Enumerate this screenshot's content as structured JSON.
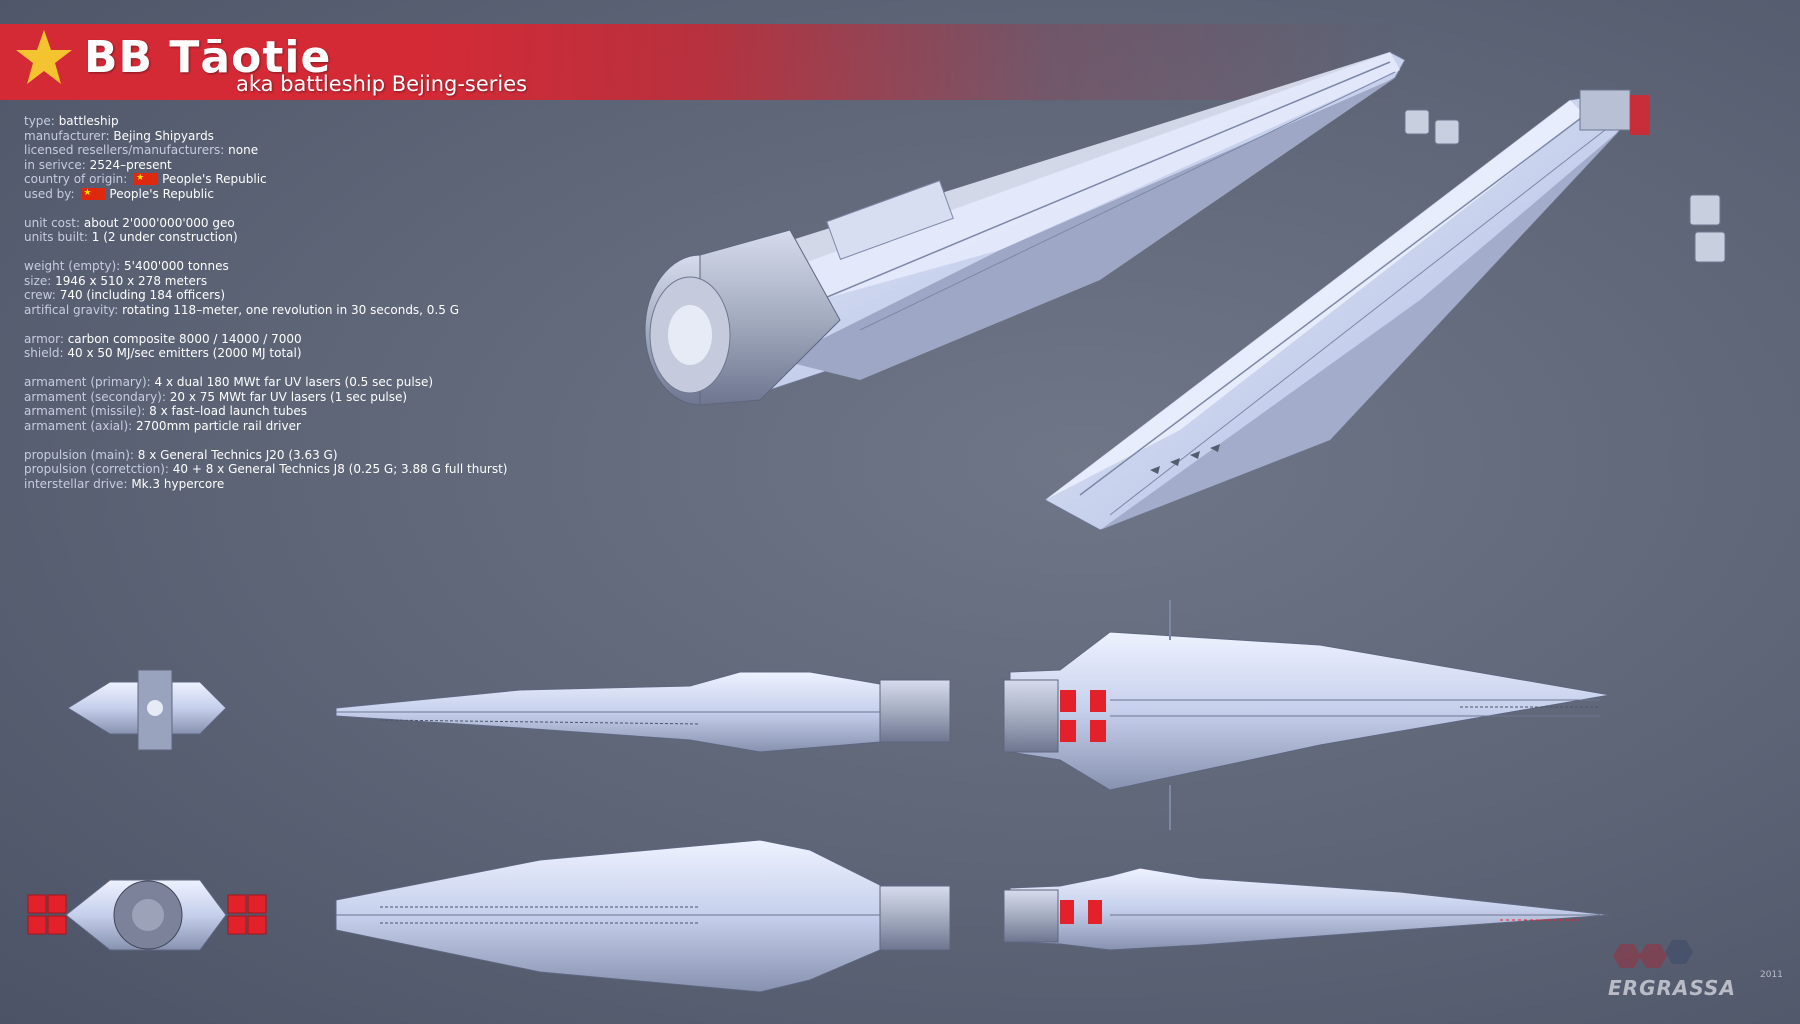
{
  "header": {
    "title": "BB Tāotie",
    "subtitle": "aka battleship Bejing-series"
  },
  "specs": [
    {
      "key": "type:",
      "value": "battleship"
    },
    {
      "key": "manufacturer:",
      "value": "Bejing Shipyards"
    },
    {
      "key": "licensed resellers/manufacturers:",
      "value": "none"
    },
    {
      "key": "in serivce:",
      "value": "2524–present"
    },
    {
      "key": "country of origin:",
      "value": "People's Republic",
      "flag": true
    },
    {
      "key": "used by:",
      "value": "People's Republic",
      "flag": true
    },
    {
      "gap": true
    },
    {
      "key": "unit cost:",
      "value": "about 2'000'000'000 geo"
    },
    {
      "key": "units built:",
      "value": "1 (2 under construction)"
    },
    {
      "gap": true
    },
    {
      "key": "weight (empty):",
      "value": "5'400'000 tonnes"
    },
    {
      "key": "size:",
      "value": "1946 x 510 x 278 meters"
    },
    {
      "key": "crew:",
      "value": "740 (including 184 officers)"
    },
    {
      "key": "artifical gravity:",
      "value": "rotating 118–meter, one revolution in 30 seconds, 0.5 G"
    },
    {
      "gap": true
    },
    {
      "key": "armor:",
      "value": "carbon composite 8000 / 14000 / 7000"
    },
    {
      "key": "shield:",
      "value": "40 x 50 MJ/sec emitters (2000 MJ total)"
    },
    {
      "gap": true
    },
    {
      "key": "armament (primary):",
      "value": "4 x dual 180 MWt far UV lasers (0.5 sec pulse)"
    },
    {
      "key": "armament (secondary):",
      "value": "20 x 75 MWt far UV lasers (1 sec pulse)"
    },
    {
      "key": "armament (missile):",
      "value": "8 x fast–load launch tubes"
    },
    {
      "key": "armament (axial):",
      "value": "2700mm particle rail driver"
    },
    {
      "gap": true
    },
    {
      "key": "propulsion (main):",
      "value": "8 x General Technics J20 (3.63 G)"
    },
    {
      "key": "propulsion (corretction):",
      "value": "40 + 8 x General Technics J8 (0.25 G; 3.88 G full thurst)"
    },
    {
      "key": "interstellar drive:",
      "value": "Mk.3 hypercore"
    }
  ],
  "logo": {
    "text": "ERGRASSA",
    "year": "2011"
  },
  "colors": {
    "banner_red": "#d42a36",
    "star_gold": "#f4c430",
    "hull": "#c9d3ef",
    "hull_shade": "#8e98b5",
    "engine_glow": "#e3212b"
  }
}
